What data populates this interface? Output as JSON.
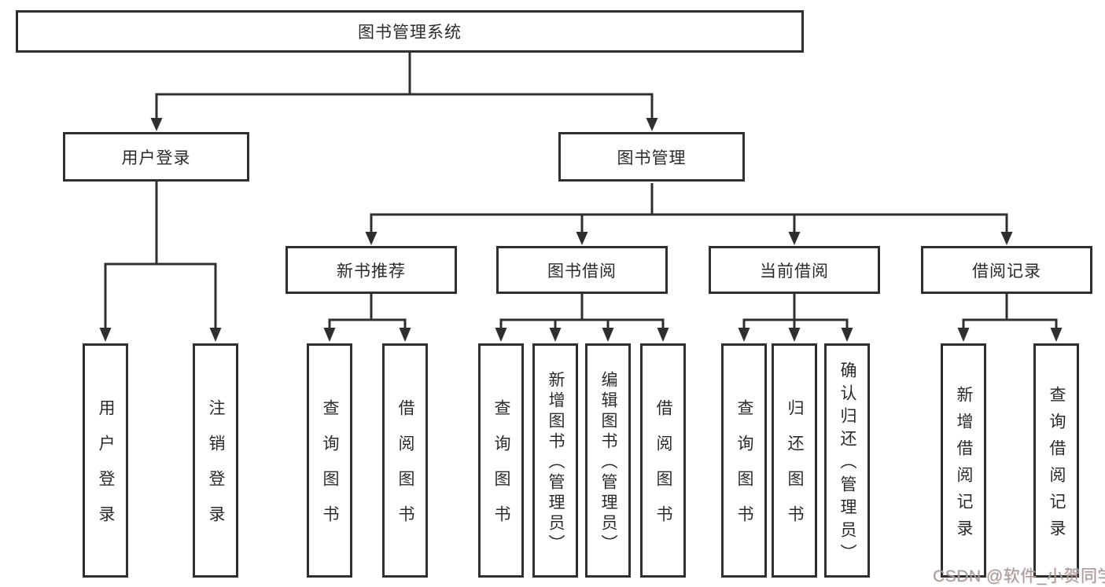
{
  "diagram": {
    "title": "图书管理系统",
    "branches": [
      {
        "label": "用户登录",
        "children": [
          {
            "label": "用户登录"
          },
          {
            "label": "注销登录"
          }
        ]
      },
      {
        "label": "图书管理",
        "children": [
          {
            "label": "新书推荐",
            "children": [
              {
                "label": "查询图书"
              },
              {
                "label": "借阅图书"
              }
            ]
          },
          {
            "label": "图书借阅",
            "children": [
              {
                "label": "查询图书"
              },
              {
                "label": "新增图书（管理员）"
              },
              {
                "label": "编辑图书（管理员）"
              },
              {
                "label": "借阅图书"
              }
            ]
          },
          {
            "label": "当前借阅",
            "children": [
              {
                "label": "查询图书"
              },
              {
                "label": "归还图书"
              },
              {
                "label": "确认归还（管理员）"
              }
            ]
          },
          {
            "label": "借阅记录",
            "children": [
              {
                "label": "新增借阅记录"
              },
              {
                "label": "查询借阅记录"
              }
            ]
          }
        ]
      }
    ]
  },
  "colors": {
    "line": "#2f2f2f",
    "text": "#2b2b2b",
    "background": "#ffffff",
    "watermark": "#9d9d9d"
  },
  "watermark": "CSDN @软件_小贺同学"
}
